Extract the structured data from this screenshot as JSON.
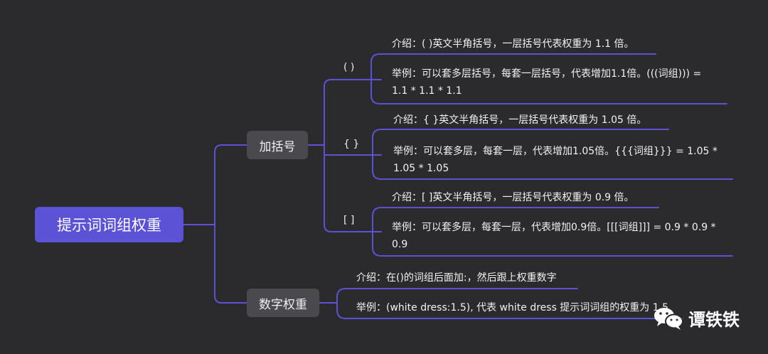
{
  "root": {
    "label": "提示词词组权重"
  },
  "branches": {
    "brackets": {
      "label": "加括号",
      "paren": {
        "label": "( )",
        "intro": "介绍：( )英文半角括号，一层括号代表权重为 1.1 倍。",
        "example": "举例：可以套多层括号，每套一层括号，代表增加1.1倍。(((词组))) =\n1.1 * 1.1 * 1.1"
      },
      "brace": {
        "label": "{ }",
        "intro": "介绍：{ }英文半角括号，一层括号代表权重为 1.05 倍。",
        "example": "举例：可以套多层，每套一层，代表增加1.05倍。{{{词组}}} = 1.05 *\n1.05 * 1.05"
      },
      "square": {
        "label": "[ ]",
        "intro": "介绍：[ ]英文半角括号，一层括号代表权重为 0.9 倍。",
        "example": "举例：可以套多层，每套一层，代表增加0.9倍。[[[词组]]] = 0.9 * 0.9 *\n0.9"
      }
    },
    "numeric": {
      "label": "数字权重",
      "intro": "介绍：在()的词组后面加:，然后跟上权重数字",
      "example": "举例：(white dress:1.5), 代表 white dress 提示词词组的权重为 1.5"
    }
  },
  "watermark": {
    "text": "谭铁铁",
    "icon": "wechat-icon"
  },
  "colors": {
    "line": "#5b52d6",
    "root": "#5b52d6",
    "branch": "#4a4a4e",
    "background": "#2b2b2d"
  }
}
